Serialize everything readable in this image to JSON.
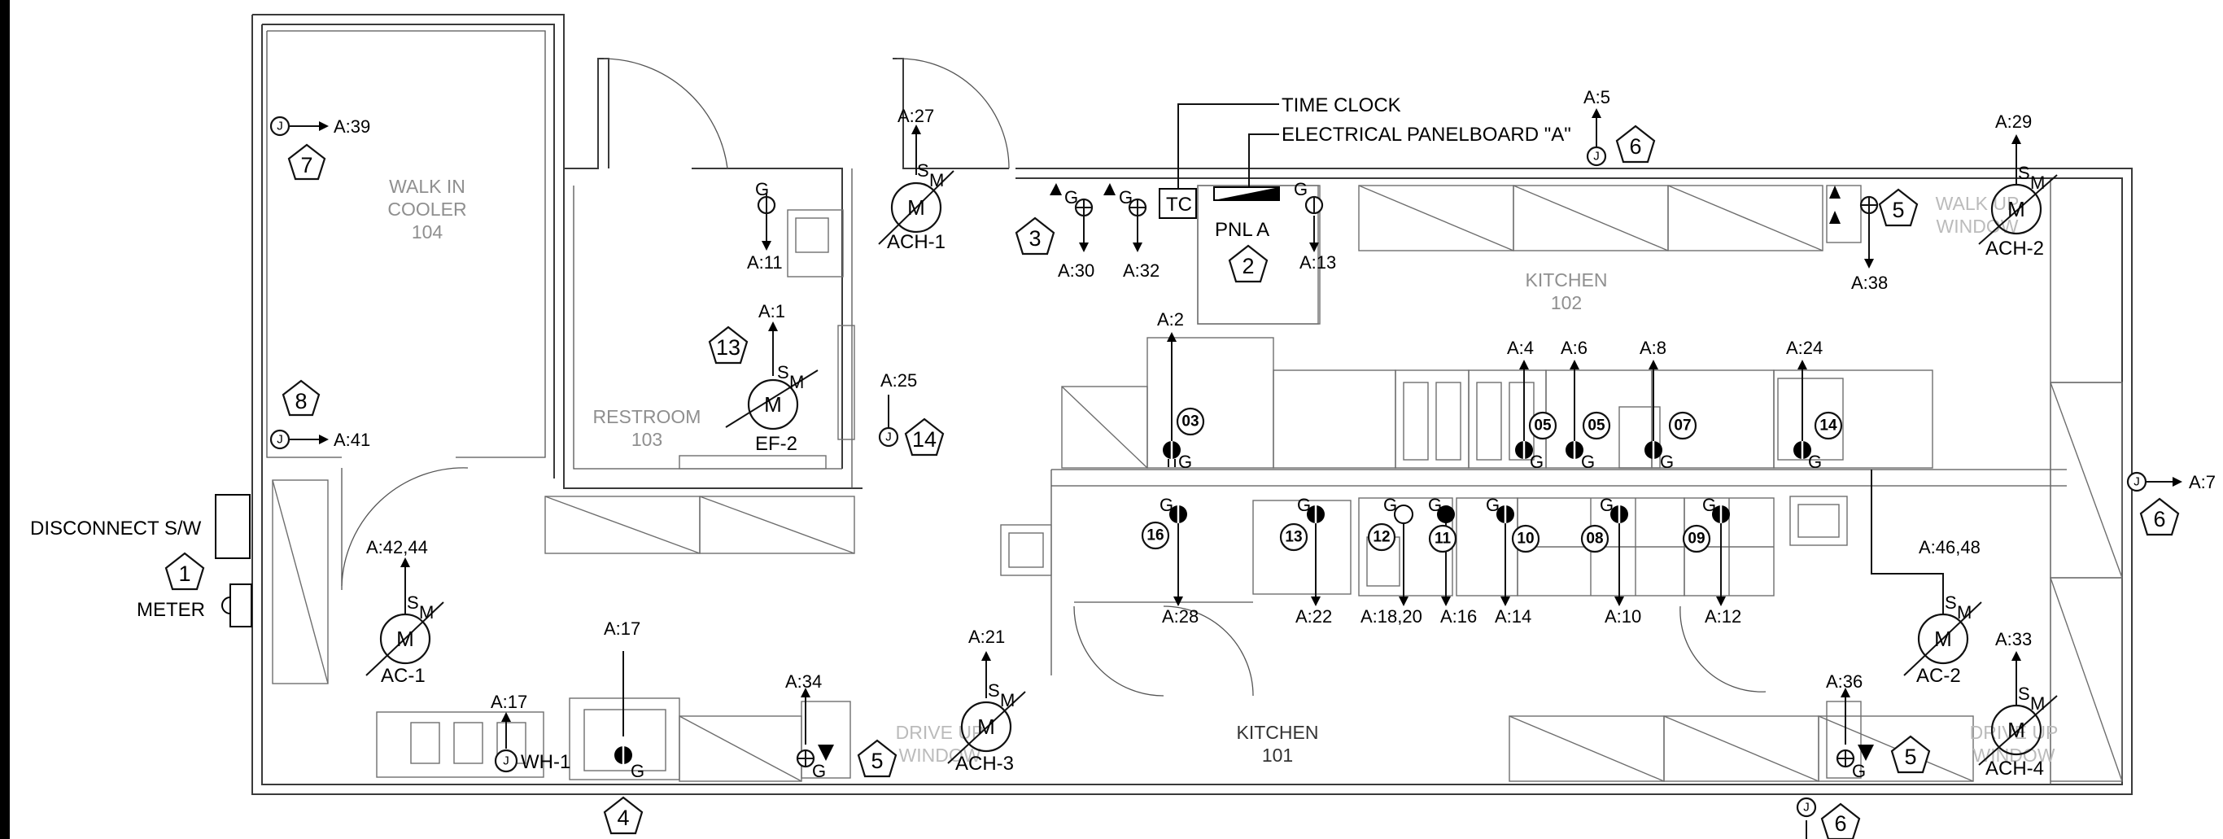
{
  "rooms": {
    "walk_in_cooler": {
      "line1": "WALK IN",
      "line2": "COOLER",
      "number": "104"
    },
    "restroom": {
      "line1": "RESTROOM",
      "number": "103"
    },
    "kitchen_102": {
      "line1": "KITCHEN",
      "number": "102"
    },
    "kitchen_101": {
      "line1": "KITCHEN",
      "number": "101"
    },
    "drive_up_window_1": {
      "line1": "DRIVE UP",
      "line2": "WINDOW"
    },
    "drive_up_window_2": {
      "line1": "DRIVE UP",
      "line2": "WINDOW"
    },
    "walk_up_window": {
      "line1": "WALK UP",
      "line2": "WINDOW"
    }
  },
  "labels": {
    "time_clock": "TIME CLOCK",
    "panelboard": "ELECTRICAL PANELBOARD \"A\"",
    "tc_box": "TC",
    "pnl_a": "PNL A",
    "disconnect": "DISCONNECT S/W",
    "meter": "METER",
    "wh1": "WH-1",
    "motor_letter": "M",
    "sm_s": "S",
    "sm_m": "M",
    "j": "J",
    "g": "G"
  },
  "equipment": {
    "ach1": "ACH-1",
    "ach2": "ACH-2",
    "ach3": "ACH-3",
    "ach4": "ACH-4",
    "ef2": "EF-2",
    "ac1": "AC-1",
    "ac2": "AC-2"
  },
  "circuits": {
    "a39": "A:39",
    "a41": "A:41",
    "a11": "A:11",
    "a27": "A:27",
    "a1": "A:1",
    "a25": "A:25",
    "a30": "A:30",
    "a32": "A:32",
    "a13": "A:13",
    "a5": "A:5",
    "a29": "A:29",
    "a38": "A:38",
    "a7": "A:7",
    "a2": "A:2",
    "a4": "A:4",
    "a6": "A:6",
    "a8": "A:8",
    "a24": "A:24",
    "a28": "A:28",
    "a22": "A:22",
    "a1820": "A:18,20",
    "a16": "A:16",
    "a14": "A:14",
    "a10": "A:10",
    "a12": "A:12",
    "a4244": "A:42,44",
    "a4648": "A:46,48",
    "a17a": "A:17",
    "a17b": "A:17",
    "a21": "A:21",
    "a34": "A:34",
    "a36": "A:36",
    "a33": "A:33"
  },
  "keynotes": {
    "k1": "1",
    "k2": "2",
    "k3": "3",
    "k4": "4",
    "k5a": "5",
    "k5b": "5",
    "k5c": "5",
    "k6a": "6",
    "k6b": "6",
    "k6c": "6",
    "k7": "7",
    "k8": "8",
    "k13": "13",
    "k14": "14"
  },
  "equipment_tags": {
    "e03": "03",
    "e05a": "05",
    "e05b": "05",
    "e07": "07",
    "e14": "14",
    "e16": "16",
    "e13": "13",
    "e12": "12",
    "e11": "11",
    "e10": "10",
    "e08": "08",
    "e09": "09"
  }
}
